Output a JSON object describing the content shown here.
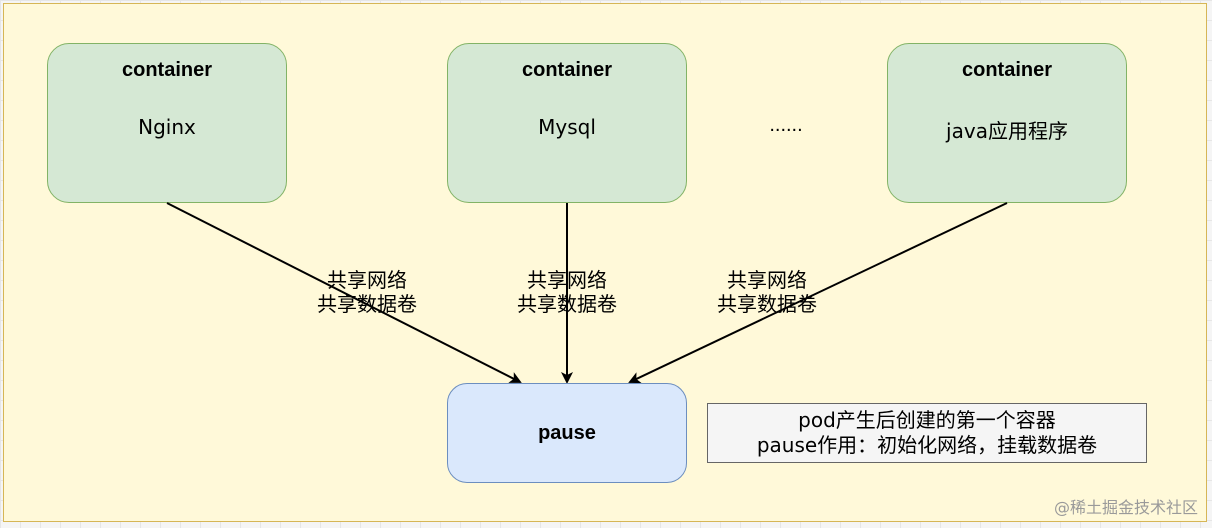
{
  "containers": [
    {
      "title": "container",
      "name": "Nginx"
    },
    {
      "title": "container",
      "name": "Mysql"
    },
    {
      "title": "container",
      "name": "java应用程序"
    }
  ],
  "ellipsis": "......",
  "pause": {
    "label": "pause"
  },
  "edge_labels": [
    {
      "line1": "共享网络",
      "line2": "共享数据卷"
    },
    {
      "line1": "共享网络",
      "line2": "共享数据卷"
    },
    {
      "line1": "共享网络",
      "line2": "共享数据卷"
    }
  ],
  "note": {
    "line1": "pod产生后创建的第一个容器",
    "line2": "pause作用：初始化网络，挂载数据卷"
  },
  "watermark": "@稀土掘金技术社区",
  "colors": {
    "pod_fill": "#fff9d9",
    "pod_stroke": "#d6b656",
    "container_fill": "#d5e8d4",
    "container_stroke": "#82b366",
    "pause_fill": "#dae8fc",
    "pause_stroke": "#6c8ebf"
  }
}
